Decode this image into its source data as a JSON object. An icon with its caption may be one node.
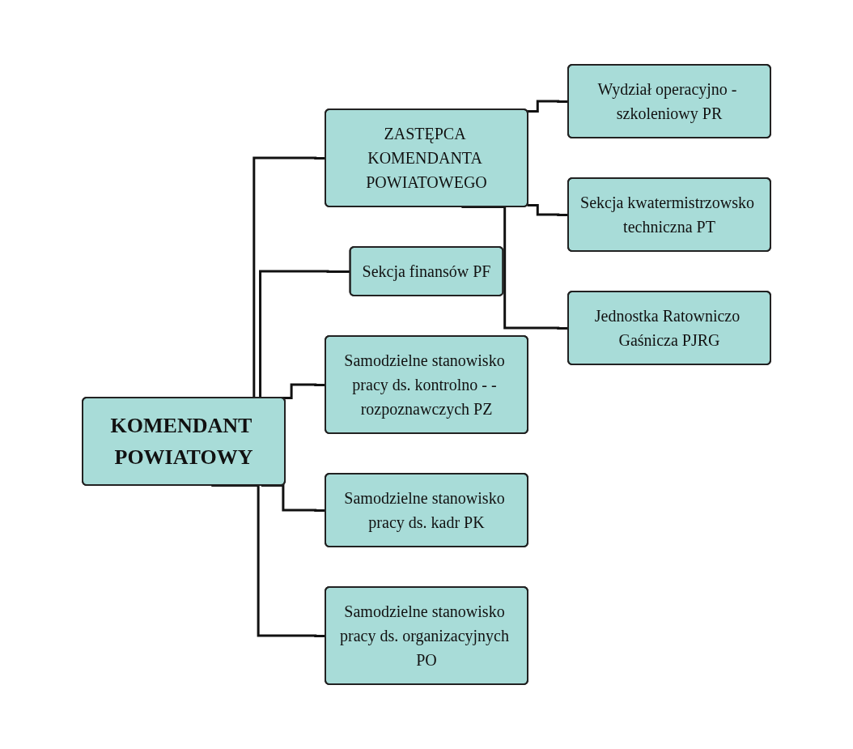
{
  "diagram": {
    "nodes": [
      {
        "text": [
          "KOMENDANT POWIATOWY"
        ]
      },
      {
        "text": [
          "ZASTĘPCA KOMENDANTA POWIATOWEGO"
        ]
      },
      {
        "text": [
          "Sekcja finansów PF"
        ]
      },
      {
        "text": [
          "Wydział operacyjno - szkoleniowy PR"
        ]
      },
      {
        "text": [
          "Samodzielne stanowisko pracy ds. kontrolno - - rozpoznawczych PZ"
        ]
      },
      {
        "text": [
          "Sekcja kwatermistrzowsko techniczna PT"
        ]
      },
      {
        "text": [
          "Samodzielne stanowisko pracy ds. kadr PK"
        ]
      },
      {
        "text": [
          "Jednostka Ratowniczo Gaśnicza PJRG"
        ]
      },
      {
        "text": [
          "Samodzielne stanowisko pracy ds. organizacyjnych PO"
        ]
      }
    ],
    "edges": [
      {
        "from": 0,
        "to": 1,
        "arrow": "none"
      },
      {
        "from": 0,
        "to": 2,
        "arrow": "none"
      },
      {
        "from": 0,
        "to": 4,
        "arrow": "none"
      },
      {
        "from": 0,
        "to": 6,
        "arrow": "none"
      },
      {
        "from": 0,
        "to": 8,
        "arrow": "none"
      },
      {
        "from": 1,
        "to": 3,
        "arrow": "none"
      },
      {
        "from": 1,
        "to": 5,
        "arrow": "none"
      },
      {
        "from": 1,
        "to": 7,
        "arrow": "none"
      }
    ]
  }
}
